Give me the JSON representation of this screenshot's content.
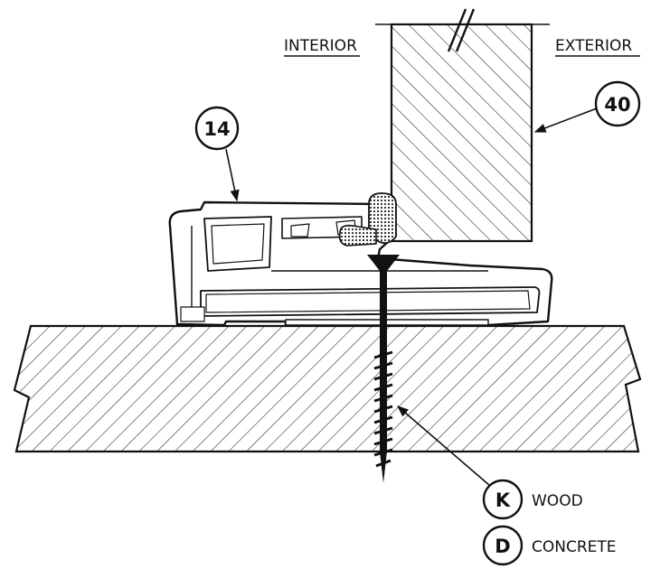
{
  "labels": {
    "interior": "INTERIOR",
    "exterior": "EXTERIOR"
  },
  "callouts": {
    "frame": "14",
    "panel": "40",
    "fastener_wood": "K",
    "fastener_concrete": "D"
  },
  "legend": {
    "wood": "WOOD",
    "concrete": "CONCRETE"
  }
}
